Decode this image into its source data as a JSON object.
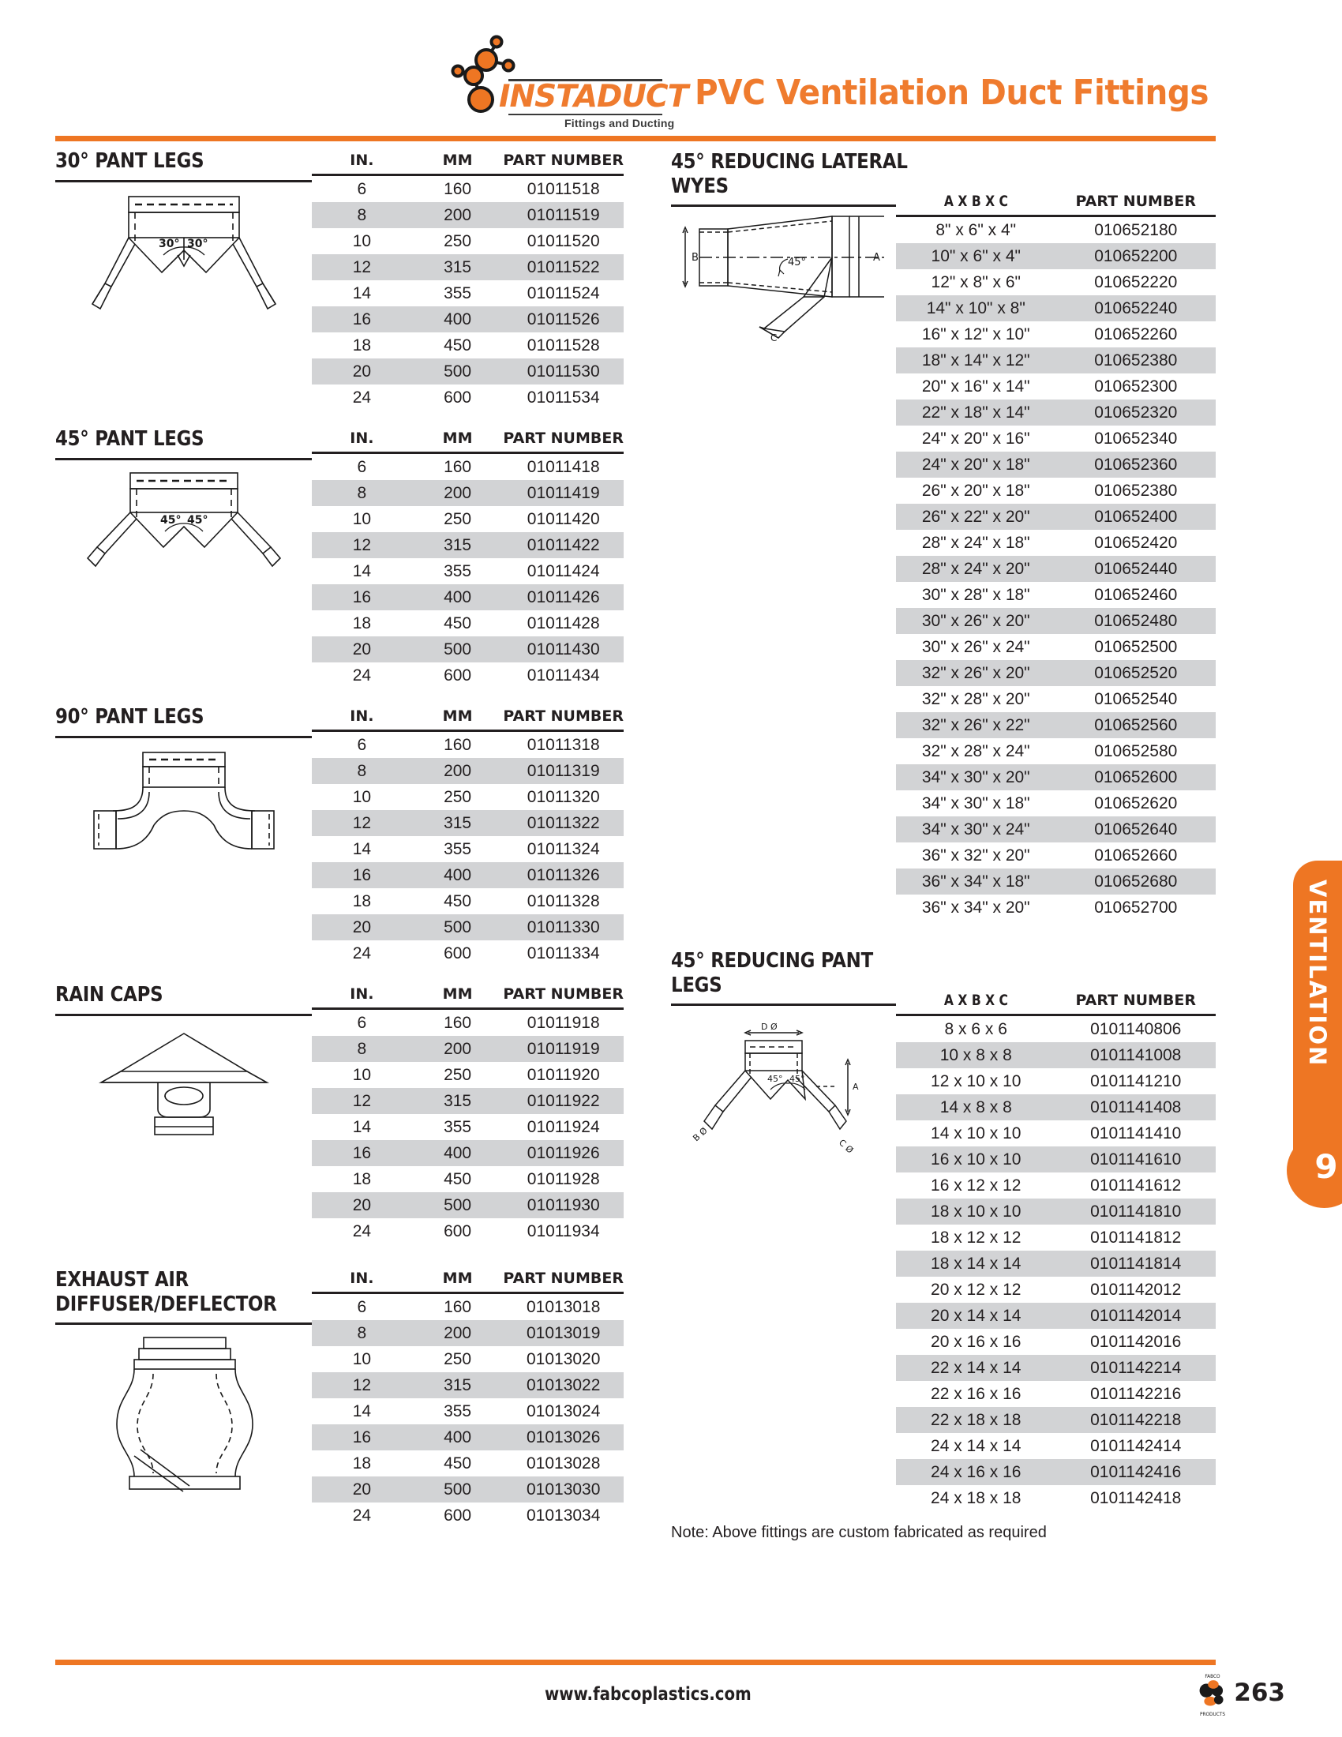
{
  "header": {
    "brand_name": "INSTADUCT",
    "brand_tagline": "Fittings and Ducting",
    "page_title": "PVC Ventilation Duct Fittings",
    "accent_color": "#ee7623",
    "text_color": "#231f20",
    "row_shade_color": "#d2d3d5"
  },
  "side_tab": {
    "label": "VENTILATION",
    "number": "9"
  },
  "footer": {
    "url": "www.fabcoplastics.com",
    "page_number": "263"
  },
  "note": "Note: Above fittings are custom fabricated as required",
  "columns": {
    "headers_in_mm": [
      "IN.",
      "MM",
      "PART NUMBER"
    ],
    "headers_abc": [
      "A X B X C",
      "PART NUMBER"
    ]
  },
  "sections": [
    {
      "id": "pant-legs-30",
      "title": "30° PANT LEGS",
      "drawing": "pant-legs-30-drawing",
      "table_type": "in_mm_part",
      "rows": [
        {
          "in": "6",
          "mm": "160",
          "part": "01011518"
        },
        {
          "in": "8",
          "mm": "200",
          "part": "01011519"
        },
        {
          "in": "10",
          "mm": "250",
          "part": "01011520"
        },
        {
          "in": "12",
          "mm": "315",
          "part": "01011522"
        },
        {
          "in": "14",
          "mm": "355",
          "part": "01011524"
        },
        {
          "in": "16",
          "mm": "400",
          "part": "01011526"
        },
        {
          "in": "18",
          "mm": "450",
          "part": "01011528"
        },
        {
          "in": "20",
          "mm": "500",
          "part": "01011530"
        },
        {
          "in": "24",
          "mm": "600",
          "part": "01011534"
        }
      ]
    },
    {
      "id": "pant-legs-45",
      "title": "45° PANT LEGS",
      "drawing": "pant-legs-45-drawing",
      "table_type": "in_mm_part",
      "rows": [
        {
          "in": "6",
          "mm": "160",
          "part": "01011418"
        },
        {
          "in": "8",
          "mm": "200",
          "part": "01011419"
        },
        {
          "in": "10",
          "mm": "250",
          "part": "01011420"
        },
        {
          "in": "12",
          "mm": "315",
          "part": "01011422"
        },
        {
          "in": "14",
          "mm": "355",
          "part": "01011424"
        },
        {
          "in": "16",
          "mm": "400",
          "part": "01011426"
        },
        {
          "in": "18",
          "mm": "450",
          "part": "01011428"
        },
        {
          "in": "20",
          "mm": "500",
          "part": "01011430"
        },
        {
          "in": "24",
          "mm": "600",
          "part": "01011434"
        }
      ]
    },
    {
      "id": "pant-legs-90",
      "title": "90° PANT LEGS",
      "drawing": "pant-legs-90-drawing",
      "table_type": "in_mm_part",
      "rows": [
        {
          "in": "6",
          "mm": "160",
          "part": "01011318"
        },
        {
          "in": "8",
          "mm": "200",
          "part": "01011319"
        },
        {
          "in": "10",
          "mm": "250",
          "part": "01011320"
        },
        {
          "in": "12",
          "mm": "315",
          "part": "01011322"
        },
        {
          "in": "14",
          "mm": "355",
          "part": "01011324"
        },
        {
          "in": "16",
          "mm": "400",
          "part": "01011326"
        },
        {
          "in": "18",
          "mm": "450",
          "part": "01011328"
        },
        {
          "in": "20",
          "mm": "500",
          "part": "01011330"
        },
        {
          "in": "24",
          "mm": "600",
          "part": "01011334"
        }
      ]
    },
    {
      "id": "rain-caps",
      "title": "RAIN CAPS",
      "drawing": "rain-cap-drawing",
      "table_type": "in_mm_part",
      "rows": [
        {
          "in": "6",
          "mm": "160",
          "part": "01011918"
        },
        {
          "in": "8",
          "mm": "200",
          "part": "01011919"
        },
        {
          "in": "10",
          "mm": "250",
          "part": "01011920"
        },
        {
          "in": "12",
          "mm": "315",
          "part": "01011922"
        },
        {
          "in": "14",
          "mm": "355",
          "part": "01011924"
        },
        {
          "in": "16",
          "mm": "400",
          "part": "01011926"
        },
        {
          "in": "18",
          "mm": "450",
          "part": "01011928"
        },
        {
          "in": "20",
          "mm": "500",
          "part": "01011930"
        },
        {
          "in": "24",
          "mm": "600",
          "part": "01011934"
        }
      ]
    },
    {
      "id": "exhaust-air-diffuser",
      "title_line1": "EXHAUST AIR",
      "title_line2": "DIFFUSER/DEFLECTOR",
      "drawing": "exhaust-air-diffuser-drawing",
      "table_type": "in_mm_part",
      "rows": [
        {
          "in": "6",
          "mm": "160",
          "part": "01013018"
        },
        {
          "in": "8",
          "mm": "200",
          "part": "01013019"
        },
        {
          "in": "10",
          "mm": "250",
          "part": "01013020"
        },
        {
          "in": "12",
          "mm": "315",
          "part": "01013022"
        },
        {
          "in": "14",
          "mm": "355",
          "part": "01013024"
        },
        {
          "in": "16",
          "mm": "400",
          "part": "01013026"
        },
        {
          "in": "18",
          "mm": "450",
          "part": "01013028"
        },
        {
          "in": "20",
          "mm": "500",
          "part": "01013030"
        },
        {
          "in": "24",
          "mm": "600",
          "part": "01013034"
        }
      ]
    },
    {
      "id": "reducing-lateral-wyes-45",
      "title_line1": "45° REDUCING LATERAL",
      "title_line2": "WYES",
      "drawing": "reducing-lateral-wye-drawing",
      "table_type": "abc_part",
      "rows": [
        {
          "size": "8\" x 6\" x 4\"",
          "part": "010652180"
        },
        {
          "size": "10\" x 6\" x 4\"",
          "part": "010652200"
        },
        {
          "size": "12\" x 8\" x 6\"",
          "part": "010652220"
        },
        {
          "size": "14\" x 10\" x 8\"",
          "part": "010652240"
        },
        {
          "size": "16\" x 12\" x 10\"",
          "part": "010652260"
        },
        {
          "size": "18\" x 14\" x 12\"",
          "part": "010652380"
        },
        {
          "size": "20\" x 16\" x 14\"",
          "part": "010652300"
        },
        {
          "size": "22\" x 18\" x 14\"",
          "part": "010652320"
        },
        {
          "size": "24\" x 20\" x 16\"",
          "part": "010652340"
        },
        {
          "size": "24\" x 20\" x 18\"",
          "part": "010652360"
        },
        {
          "size": "26\" x 20\" x 18\"",
          "part": "010652380"
        },
        {
          "size": "26\" x 22\" x 20\"",
          "part": "010652400"
        },
        {
          "size": "28\" x 24\" x 18\"",
          "part": "010652420"
        },
        {
          "size": "28\" x 24\" x 20\"",
          "part": "010652440"
        },
        {
          "size": "30\" x 28\" x 18\"",
          "part": "010652460"
        },
        {
          "size": "30\" x 26\" x 20\"",
          "part": "010652480"
        },
        {
          "size": "30\" x 26\" x 24\"",
          "part": "010652500"
        },
        {
          "size": "32\" x 26\" x 20\"",
          "part": "010652520"
        },
        {
          "size": "32\" x 28\" x 20\"",
          "part": "010652540"
        },
        {
          "size": "32\" x 26\" x 22\"",
          "part": "010652560"
        },
        {
          "size": "32\" x 28\" x 24\"",
          "part": "010652580"
        },
        {
          "size": "34\" x 30\" x 20\"",
          "part": "010652600"
        },
        {
          "size": "34\" x 30\" x 18\"",
          "part": "010652620"
        },
        {
          "size": "34\" x 30\" x 24\"",
          "part": "010652640"
        },
        {
          "size": "36\" x 32\" x 20\"",
          "part": "010652660"
        },
        {
          "size": "36\" x 34\" x 18\"",
          "part": "010652680"
        },
        {
          "size": "36\" x 34\" x 20\"",
          "part": "010652700"
        }
      ]
    },
    {
      "id": "reducing-pant-legs-45",
      "title_line1": "45° REDUCING PANT",
      "title_line2": "LEGS",
      "drawing": "reducing-pant-legs-drawing",
      "table_type": "abc_part",
      "rows": [
        {
          "size": "8 x 6 x 6",
          "part": "0101140806"
        },
        {
          "size": "10 x 8 x 8",
          "part": "0101141008"
        },
        {
          "size": "12 x 10 x 10",
          "part": "0101141210"
        },
        {
          "size": "14 x 8 x 8",
          "part": "0101141408"
        },
        {
          "size": "14 x 10 x 10",
          "part": "0101141410"
        },
        {
          "size": "16 x 10 x 10",
          "part": "0101141610"
        },
        {
          "size": "16 x 12 x 12",
          "part": "0101141612"
        },
        {
          "size": "18 x 10 x 10",
          "part": "0101141810"
        },
        {
          "size": "18 x 12 x 12",
          "part": "0101141812"
        },
        {
          "size": "18 x 14 x 14",
          "part": "0101141814"
        },
        {
          "size": "20 x 12 x 12",
          "part": "0101142012"
        },
        {
          "size": "20 x 14 x 14",
          "part": "0101142014"
        },
        {
          "size": "20 x 16 x 16",
          "part": "0101142016"
        },
        {
          "size": "22 x 14 x 14",
          "part": "0101142214"
        },
        {
          "size": "22 x 16 x 16",
          "part": "0101142216"
        },
        {
          "size": "22 x 18 x 18",
          "part": "0101142218"
        },
        {
          "size": "24 x 14 x 14",
          "part": "0101142414"
        },
        {
          "size": "24 x 16 x 16",
          "part": "0101142416"
        },
        {
          "size": "24 x 18 x 18",
          "part": "0101142418"
        }
      ]
    }
  ],
  "drawing_labels": {
    "angle_30_left": "30°",
    "angle_30_right": "30°",
    "angle_45_left": "45°",
    "angle_45_right": "45°",
    "dim_a": "A",
    "dim_b": "B",
    "dim_c": "C",
    "dim_d": "D"
  }
}
